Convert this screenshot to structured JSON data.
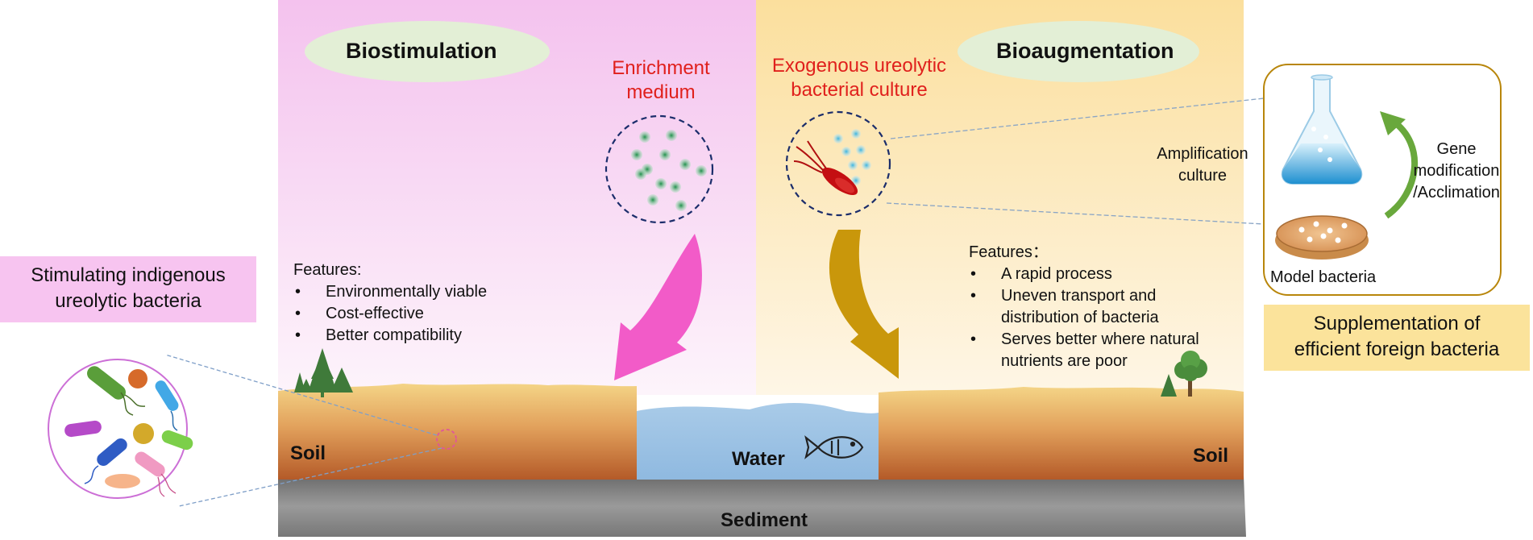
{
  "biostimulation": {
    "title": "Biostimulation",
    "medium_line1": "Enrichment",
    "medium_line2": "medium",
    "features_heading": "Features:",
    "features": [
      "Environmentally viable",
      "Cost-effective",
      "Better compatibility"
    ],
    "side_label_line1": "Stimulating indigenous",
    "side_label_line2": "ureolytic bacteria",
    "arrow_color": "#f25bc8"
  },
  "bioaugmentation": {
    "title": "Bioaugmentation",
    "culture_line1": "Exogenous ureolytic",
    "culture_line2": "bacterial culture",
    "features_heading": "Features：",
    "features": [
      [
        "A rapid process"
      ],
      [
        "Uneven transport and",
        "distribution of bacteria"
      ],
      [
        "Serves better where natural",
        "nutrients are poor"
      ]
    ],
    "amplification_line1": "Amplification",
    "amplification_line2": "culture",
    "gene_line1": "Gene",
    "gene_line2": "modification",
    "gene_line3": "/Acclimation",
    "model_bacteria": "Model bacteria",
    "side_label_line1": "Supplementation of",
    "side_label_line2": "efficient foreign bacteria",
    "arrow_color": "#c9970b"
  },
  "ground": {
    "soil_left": "Soil",
    "soil_right": "Soil",
    "water": "Water",
    "sediment": "Sediment"
  },
  "colors": {
    "pink_panel": "#f6c8f0",
    "yellow_panel": "#fbe3a6",
    "title_ellipse": "#e3efd6",
    "red_text": "#e0201c",
    "side_pink": "#f7c4f0",
    "side_yellow": "#fbe39b"
  }
}
